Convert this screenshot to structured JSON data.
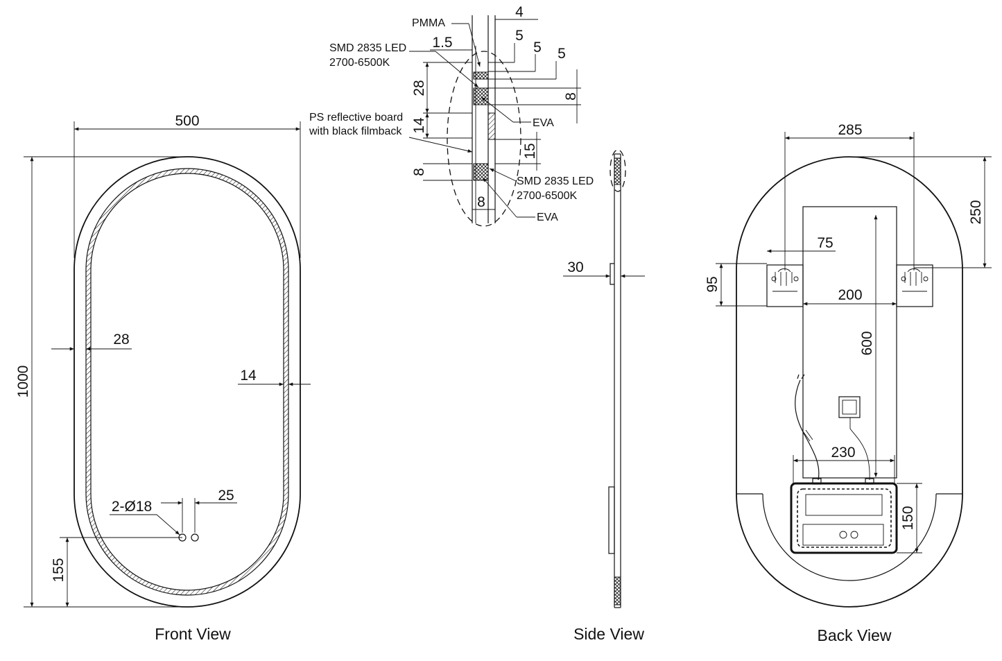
{
  "front_view": {
    "title": "Front View",
    "width": "500",
    "height": "1000",
    "frame_band": "28",
    "inset": "14",
    "holes": "2-Ø18",
    "hole_spacing": "25",
    "hole_height": "155"
  },
  "section_detail": {
    "pmma": "PMMA",
    "d4": "4",
    "d1_5": "1.5",
    "d5a": "5",
    "d5b": "5",
    "d5c": "5",
    "d8_right": "8",
    "d28": "28",
    "d14": "14",
    "d15": "15",
    "d8_left": "8",
    "d8_bottom": "8",
    "led_top_1": "SMD 2835 LED",
    "led_top_2": "2700-6500K",
    "ps_board_1": "PS reflective board",
    "ps_board_2": "with black filmback",
    "eva_top": "EVA",
    "led_bot_1": "SMD 2835 LED",
    "led_bot_2": "2700-6500K",
    "eva_bottom": "EVA"
  },
  "side_view": {
    "title": "Side View",
    "depth": "30"
  },
  "back_view": {
    "title": "Back View",
    "bracket_spacing": "285",
    "top_offset": "250",
    "bracket_inset": "75",
    "bracket_height": "95",
    "panel_width": "200",
    "panel_height": "600",
    "driver_width": "230",
    "driver_height": "150"
  }
}
